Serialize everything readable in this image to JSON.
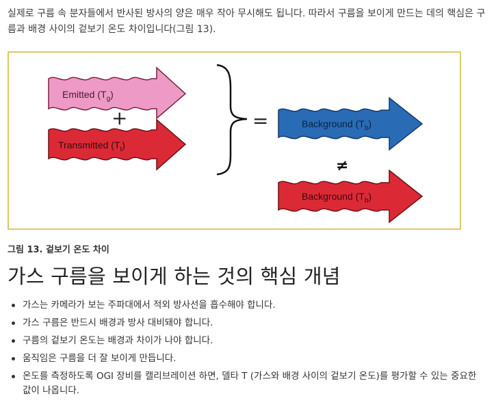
{
  "intro": "실제로 구름 속 분자들에서 반사된 방사의 양은 매우 작아 무시해도 됩니다. 따라서 구름을 보이게 만드는 데의 핵심은 구름과 배경 사이의 겉보기 온도 차이입니다(그림 13).",
  "figure": {
    "emitted": {
      "text": "Emitted (T",
      "sub": "g",
      "close": ")"
    },
    "plus": "+",
    "transmitted": {
      "text": "Transmitted (T",
      "sub": "t",
      "close": ")"
    },
    "equals": "=",
    "background_top": {
      "text": "Background (T",
      "sub": "b",
      "close": ")"
    },
    "not_equal": "≠",
    "background_bottom": {
      "text": "Background (T",
      "sub": "b",
      "close": ")"
    },
    "colors": {
      "emitted": "#ee9ac6",
      "transmitted": "#db2a36",
      "background_top": "#2a6bb5",
      "background_bottom": "#db2a36",
      "frame": "#d9c96a"
    }
  },
  "caption": "그림 13. 겉보기 온도 차이",
  "section_title": "가스 구름을 보이게 하는 것의 핵심 개념",
  "bullets": [
    "가스는 카메라가 보는 주파대에서 적외 방사선을 흡수해야 합니다.",
    "가스 구름은 반드시 배경과 방사 대비돼야 합니다.",
    "구름의 겉보기 온도는 배경과 차이가 나야 합니다.",
    "움직임은 구름을 더 잘 보이게 만듭니다.",
    "온도를 측정하도록 OGI 장비를 캘리브레이션 하면, 델타 T (가스와 배경 사이의 겉보기 온도)를 평가할 수 있는 중요한 값이 나옵니다."
  ]
}
